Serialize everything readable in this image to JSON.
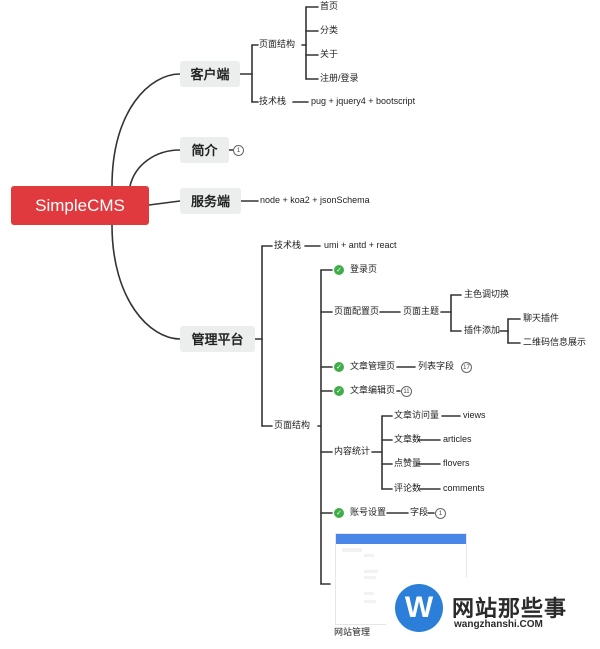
{
  "root": "SimpleCMS",
  "client": {
    "label": "客户端",
    "page_structure": "页面结构",
    "pages": [
      "首页",
      "分类",
      "关于",
      "注册/登录"
    ],
    "tech_stack": "技术栈",
    "tech_value": "pug + jquery4 + bootscript"
  },
  "intro": {
    "label": "简介",
    "badge": "1"
  },
  "server": {
    "label": "服务端",
    "value": "node + koa2 + jsonSchema"
  },
  "admin": {
    "label": "管理平台",
    "tech_stack": "技术栈",
    "tech_value": "umi + antd + react",
    "page_structure": "页面结构",
    "login": "登录页",
    "config": "页面配置页",
    "theme": "页面主题",
    "color_switch": "主色调切换",
    "plugin_add": "插件添加",
    "chat_plugin": "聊天插件",
    "qr_plugin": "二维码信息展示",
    "article_mgmt": "文章管理页",
    "list_fields": "列表字段",
    "list_badge": "17",
    "article_edit": "文章编辑页",
    "edit_badge": "11",
    "stats": "内容统计",
    "stat_items": [
      {
        "label": "文章访问量",
        "value": "views"
      },
      {
        "label": "文章数",
        "value": "articles"
      },
      {
        "label": "点赞量",
        "value": "flovers"
      },
      {
        "label": "评论数",
        "value": "comments"
      }
    ],
    "account": "账号设置",
    "fields": "字段",
    "fields_badge": "1",
    "site_mgmt": "网站管理"
  },
  "watermark": {
    "logo_letter": "W",
    "title": "网站那些事",
    "url": "wangzhanshi.COM"
  },
  "colors": {
    "root": "#e03a3e",
    "node": "#eceeee",
    "line": "#333333",
    "check": "#3fae49",
    "logo": "#2b7fd8"
  }
}
